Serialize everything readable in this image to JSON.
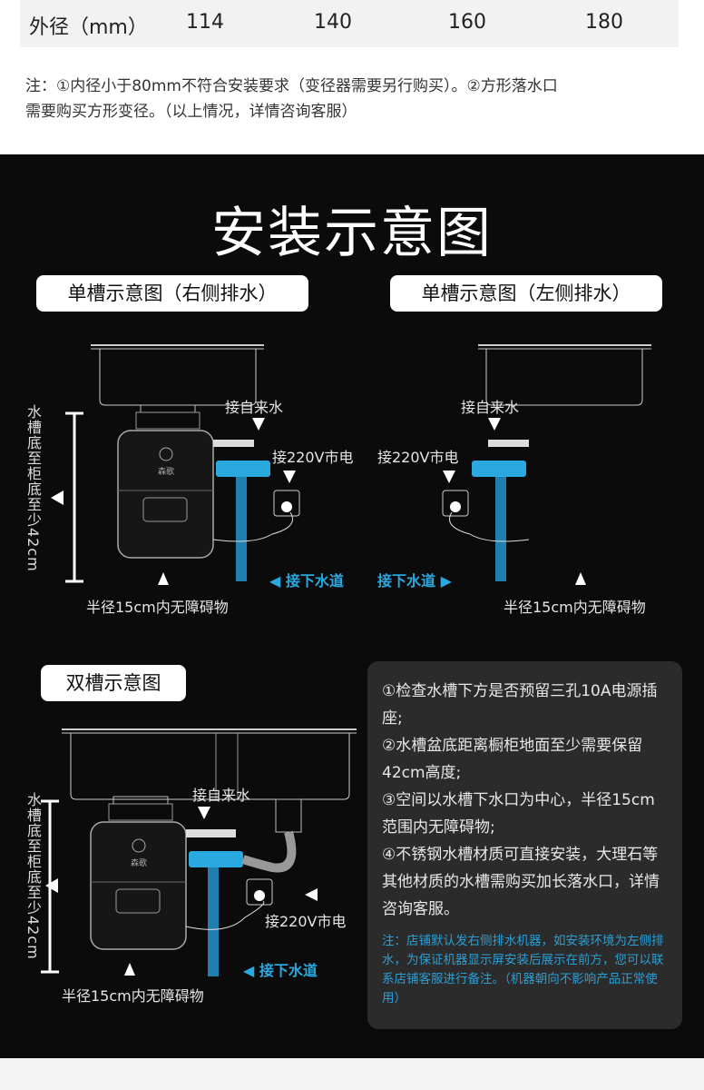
{
  "table": {
    "header": "外径（mm）",
    "values": [
      "114",
      "140",
      "160",
      "180"
    ]
  },
  "notes_top": [
    "注：①内径小于80mm不符合安装要求（变径器需要另行购买）。②方形落水口",
    "需要购买方形变径。（以上情况，详情咨询客服）"
  ],
  "title": "安装示意图",
  "diagrams": {
    "single_right": {
      "label": "单槽示意图（右侧排水）",
      "water_in": "接自来水",
      "power": "接220V市电",
      "drain": "接下水道",
      "clearance": "半径15cm内无障碍物",
      "height": "水槽底至柜底至少42cm"
    },
    "single_left": {
      "label": "单槽示意图（左侧排水）",
      "water_in": "接自来水",
      "power": "接220V市电",
      "drain": "接下水道",
      "clearance": "半径15cm内无障碍物"
    },
    "double": {
      "label": "双槽示意图",
      "water_in": "接自来水",
      "power": "接220V市电",
      "drain": "接下水道",
      "clearance": "半径15cm内无障碍物",
      "height": "水槽底至柜底至少42cm"
    }
  },
  "checklist": [
    "①检查水槽下方是否预留三孔10A电源插座;",
    "②水槽盆底距离橱柜地面至少需要保留42cm高度;",
    "③空间以水槽下水口为中心，半径15cm范围内无障碍物;",
    "④不锈钢水槽材质可直接安装，大理石等其他材质的水槽需购买加长落水口，详情咨询客服。"
  ],
  "checklist_note": "注：店铺默认发右侧排水机器，如安装环境为左侧排水，为保证机器显示屏安装后展示在前方，您可以联系店铺客服进行备注。（机器朝向不影响产品正常使用）",
  "colors": {
    "accent": "#2aa8e0",
    "background": "#0b0b0b",
    "panel": "#2b2b2b"
  }
}
